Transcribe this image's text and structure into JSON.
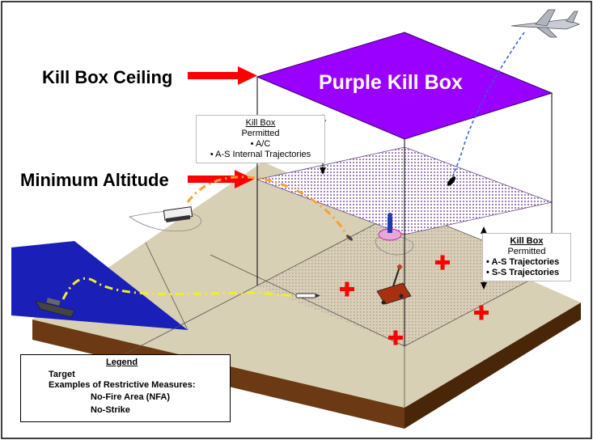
{
  "labels": {
    "ceiling": "Kill Box Ceiling",
    "min_altitude": "Minimum Altitude",
    "box_title": "Purple Kill Box"
  },
  "callout_upper": {
    "heading": "Kill Box",
    "sub": "Permitted",
    "items": [
      "• A/C",
      "• A-S Internal Trajectories"
    ]
  },
  "callout_lower": {
    "heading": "Kill Box",
    "sub": "Permitted",
    "items": [
      "• A-S Trajectories",
      "• S-S Trajectories"
    ]
  },
  "legend": {
    "title": "Legend",
    "target": "Target",
    "examples": "Examples of Restrictive Measures:",
    "nfa": "No-Fire Area (NFA)",
    "no_strike": "No-Strike"
  },
  "colors": {
    "purple": "#9900ff",
    "ground": "#d8d0b4",
    "water": "#1a1fb8",
    "earth": "#5a3010",
    "arrow_red": "#ff0000",
    "orange_traj": "#f7a030",
    "yellow_traj": "#f0f020"
  }
}
